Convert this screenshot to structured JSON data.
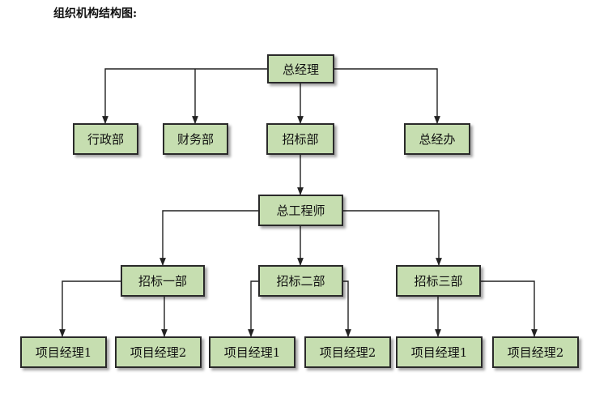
{
  "title": "组织机构结构图:",
  "nodes": {
    "general_manager": "总经理",
    "admin_dept": "行政部",
    "finance_dept": "财务部",
    "bidding_dept": "招标部",
    "gm_office": "总经办",
    "chief_engineer": "总工程师",
    "bidding_1": "招标一部",
    "bidding_2": "招标二部",
    "bidding_3": "招标三部",
    "pm_1a": "项目经理1",
    "pm_1b": "项目经理2",
    "pm_2a": "项目经理1",
    "pm_2b": "项目经理2",
    "pm_3a": "项目经理1",
    "pm_3b": "项目经理2"
  },
  "colors": {
    "node_fill": "#c6deb0",
    "node_border": "#2a2a2a"
  }
}
